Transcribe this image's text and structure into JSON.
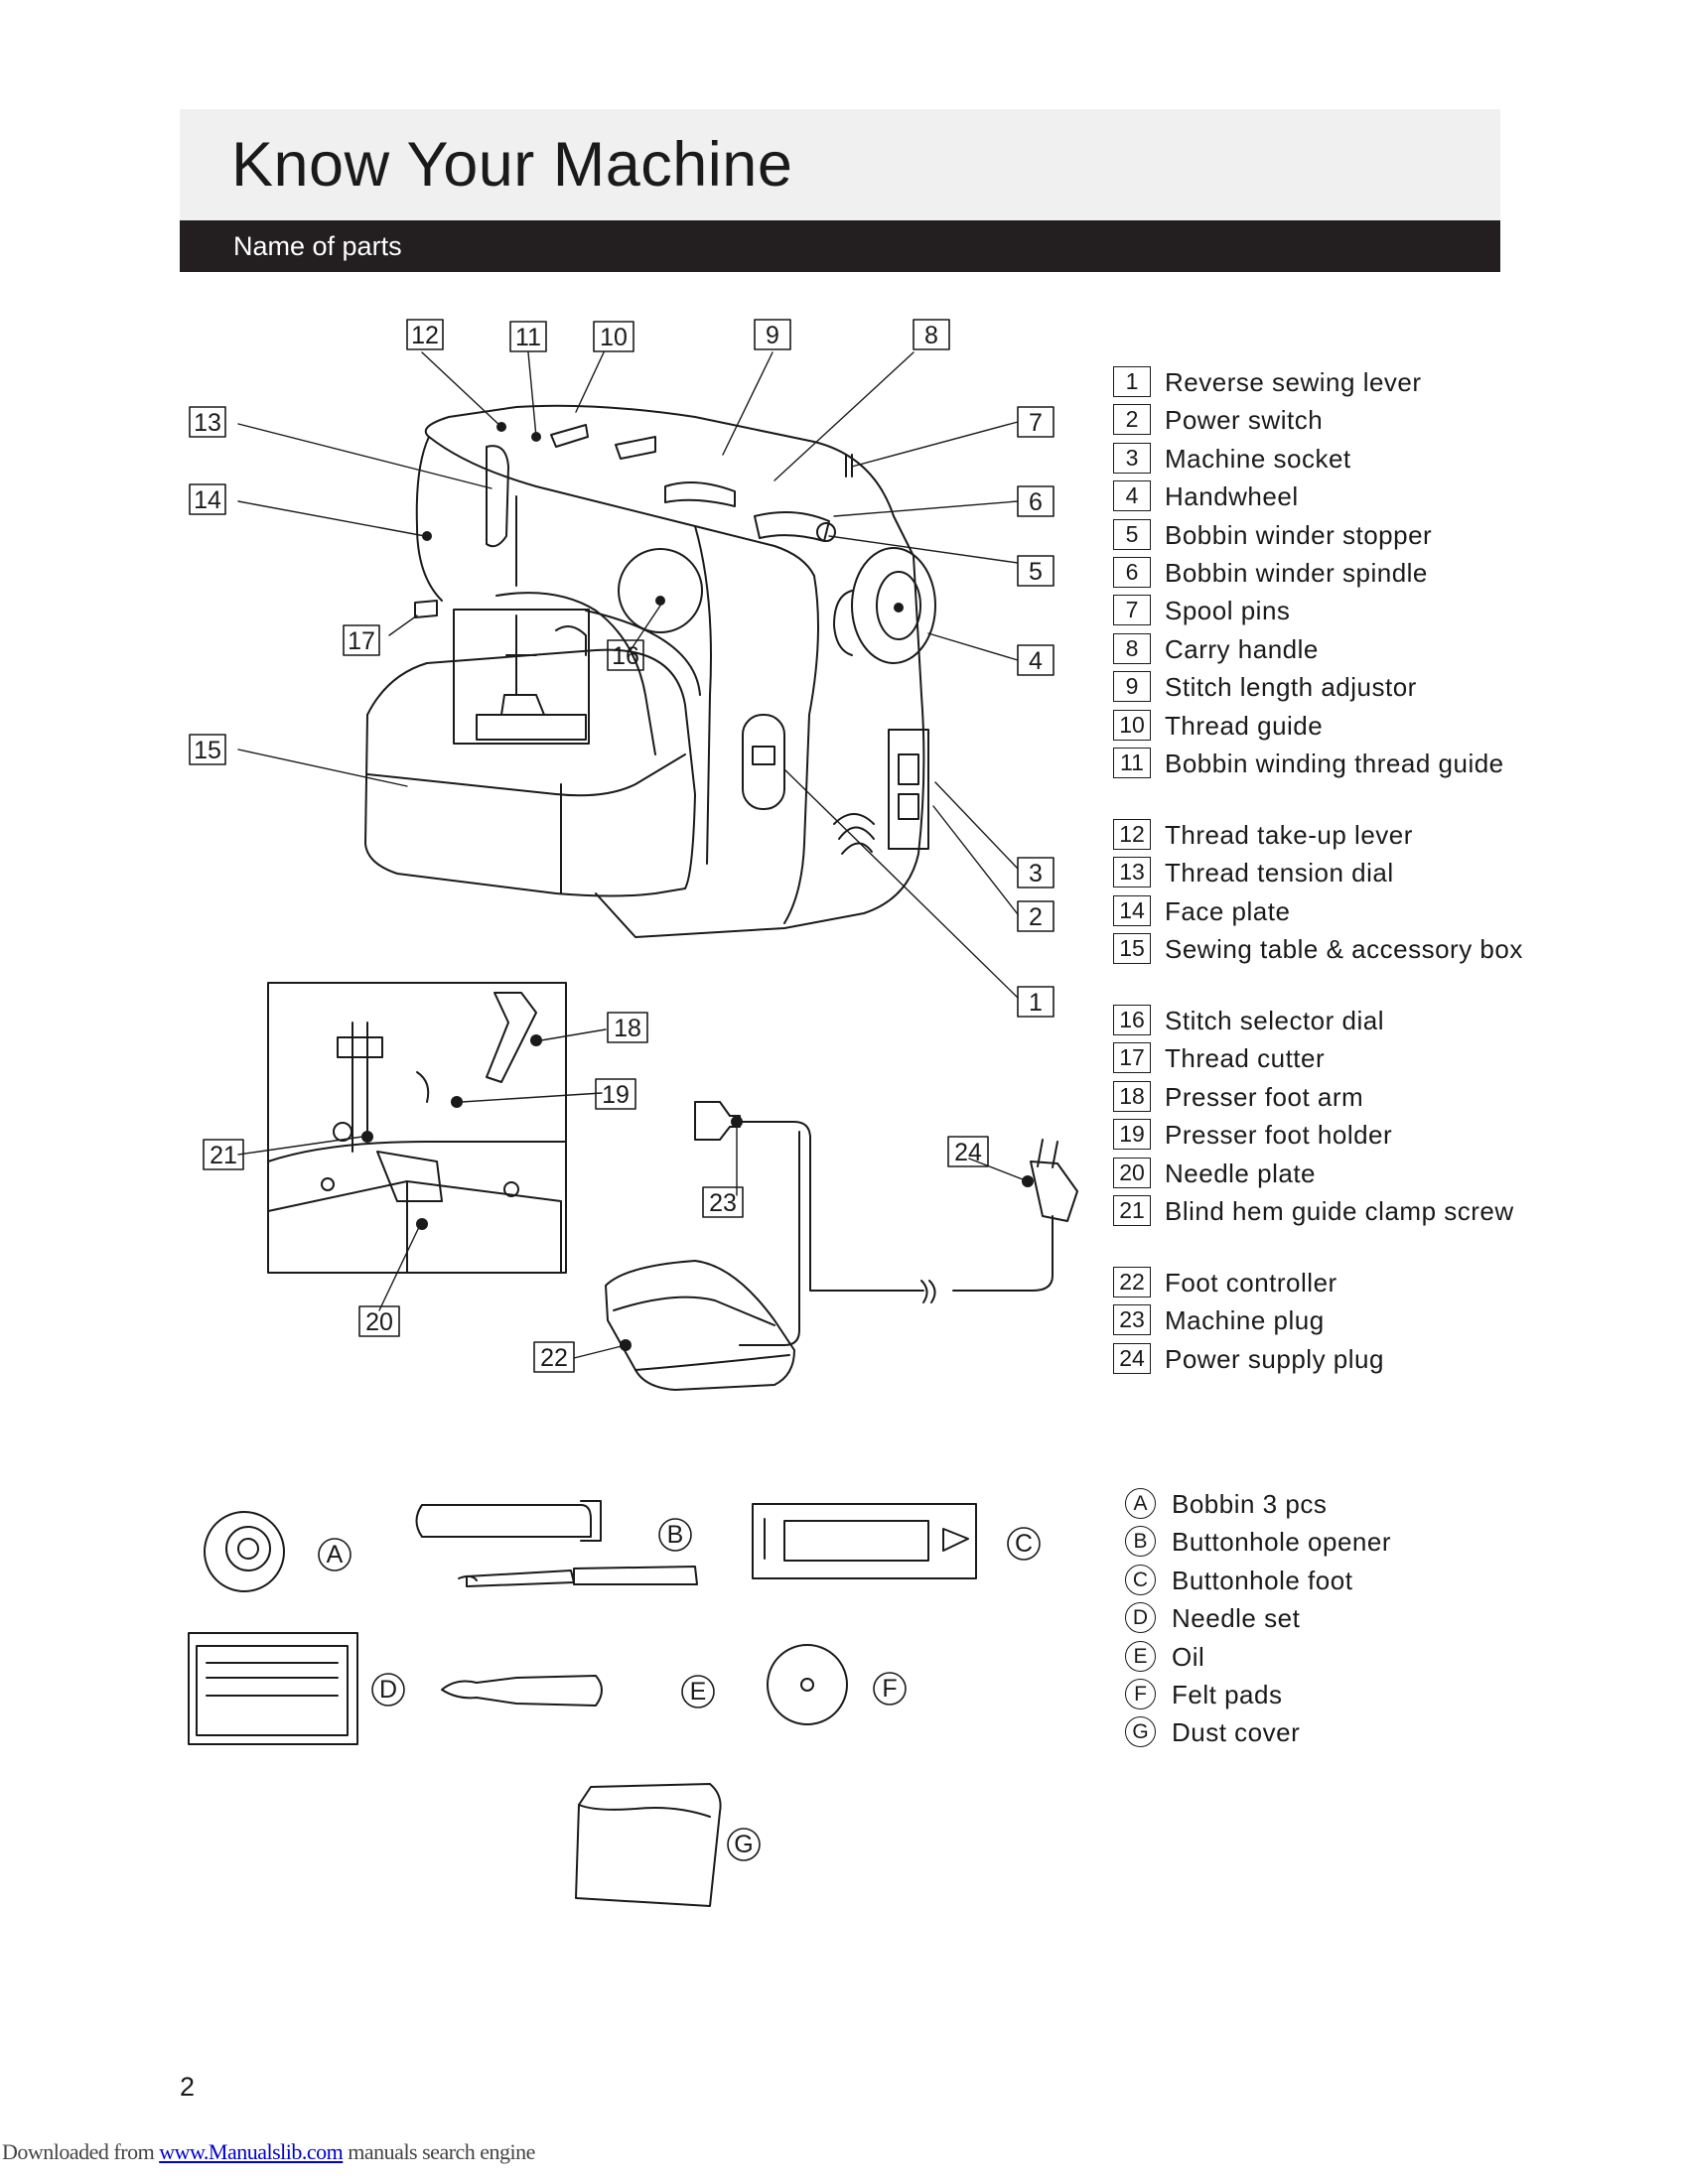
{
  "header": {
    "title": "Know Your Machine",
    "subtitle": "Name of parts"
  },
  "parts": [
    {
      "num": "1",
      "name": "Reverse sewing lever"
    },
    {
      "num": "2",
      "name": "Power switch"
    },
    {
      "num": "3",
      "name": "Machine socket"
    },
    {
      "num": "4",
      "name": "Handwheel"
    },
    {
      "num": "5",
      "name": "Bobbin winder stopper"
    },
    {
      "num": "6",
      "name": "Bobbin winder spindle"
    },
    {
      "num": "7",
      "name": "Spool pins"
    },
    {
      "num": "8",
      "name": "Carry handle"
    },
    {
      "num": "9",
      "name": "Stitch length adjustor"
    },
    {
      "num": "10",
      "name": "Thread guide"
    },
    {
      "num": "11",
      "name": "Bobbin winding thread guide"
    },
    {
      "num": "12",
      "name": "Thread take-up lever"
    },
    {
      "num": "13",
      "name": "Thread tension dial"
    },
    {
      "num": "14",
      "name": "Face plate"
    },
    {
      "num": "15",
      "name": "Sewing table & accessory box"
    },
    {
      "num": "16",
      "name": "Stitch selector dial"
    },
    {
      "num": "17",
      "name": "Thread cutter"
    },
    {
      "num": "18",
      "name": "Presser foot arm"
    },
    {
      "num": "19",
      "name": "Presser foot holder"
    },
    {
      "num": "20",
      "name": "Needle plate"
    },
    {
      "num": "21",
      "name": "Blind hem guide clamp screw"
    },
    {
      "num": "22",
      "name": "Foot controller"
    },
    {
      "num": "23",
      "name": "Machine plug"
    },
    {
      "num": "24",
      "name": "Power supply plug"
    }
  ],
  "accessories": [
    {
      "letter": "A",
      "name": "Bobbin 3 pcs"
    },
    {
      "letter": "B",
      "name": "Buttonhole opener"
    },
    {
      "letter": "C",
      "name": "Buttonhole foot"
    },
    {
      "letter": "D",
      "name": "Needle set"
    },
    {
      "letter": "E",
      "name": "Oil"
    },
    {
      "letter": "F",
      "name": "Felt pads"
    },
    {
      "letter": "G",
      "name": "Dust cover"
    }
  ],
  "page_number": "2",
  "footer": {
    "prefix": "Downloaded from ",
    "link": "www.Manualslib.com",
    "suffix": " manuals search engine"
  }
}
